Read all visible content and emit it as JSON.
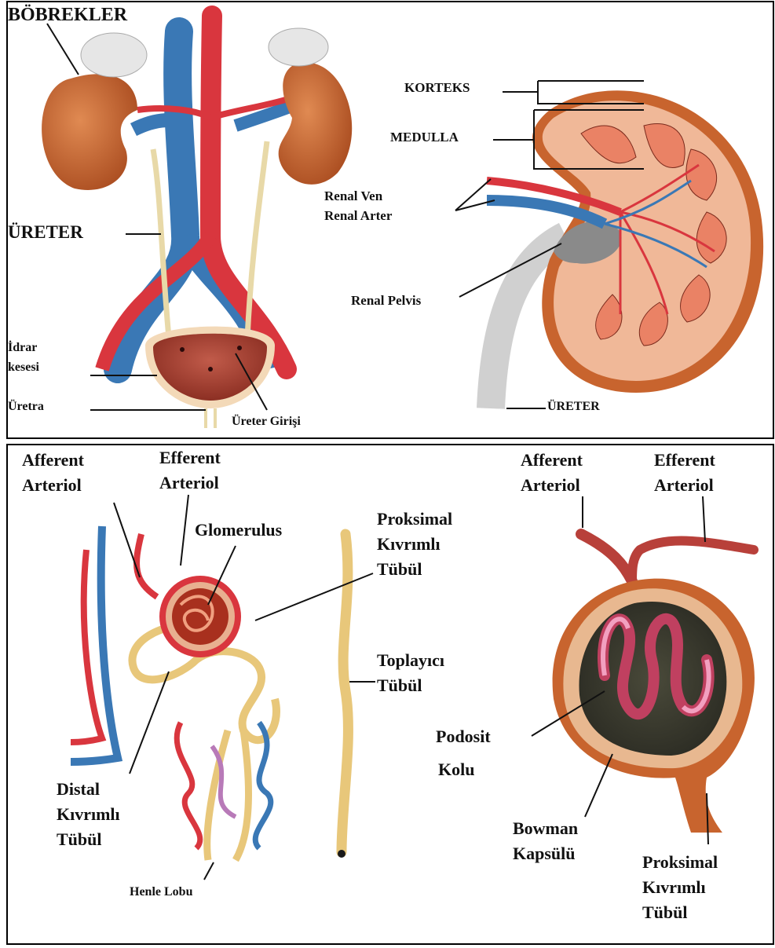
{
  "panels": {
    "urinary_system": {
      "kidneys_label": "BÖBREKLER",
      "ureter_label": "ÜRETER",
      "bladder_label_line1": "İdrar",
      "bladder_label_line2": "kesesi",
      "urethra_label": "Üretra",
      "ureter_entry_label": "Üreter Girişi"
    },
    "kidney_section": {
      "cortex_label": "KORTEKS",
      "medulla_label": "MEDULLA",
      "renal_vein_label": "Renal Ven",
      "renal_artery_label": "Renal Arter",
      "renal_pelvis_label": "Renal Pelvis",
      "ureter_label": "ÜRETER"
    },
    "nephron": {
      "afferent_line1": "Afferent",
      "afferent_line2": "Arteriol",
      "efferent_line1": "Efferent",
      "efferent_line2": "Arteriol",
      "glomerulus_label": "Glomerulus",
      "proximal_line1": "Proksimal",
      "proximal_line2": "Kıvrımlı",
      "proximal_line3": "Tübül",
      "collecting_line1": "Toplayıcı",
      "collecting_line2": "Tübül",
      "distal_line1": "Distal",
      "distal_line2": "Kıvrımlı",
      "distal_line3": "Tübül",
      "henle_label": "Henle Lobu"
    },
    "bowman": {
      "afferent_line1": "Afferent",
      "afferent_line2": "Arteriol",
      "efferent_line1": "Efferent",
      "efferent_line2": "Arteriol",
      "podocyte_line1": "Podosit",
      "podocyte_line2": "Kolu",
      "bowman_line1": "Bowman",
      "bowman_line2": "Kapsülü",
      "proximal_line1": "Proksimal",
      "proximal_line2": "Kıvrımlı",
      "proximal_line3": "Tübül"
    }
  },
  "colors": {
    "artery": "#d9363e",
    "vein": "#3a78b5",
    "kidney": "#c8642e",
    "tubule": "#e8c77a",
    "capsule": "#d9a574",
    "fat": "#e6e6e6"
  }
}
